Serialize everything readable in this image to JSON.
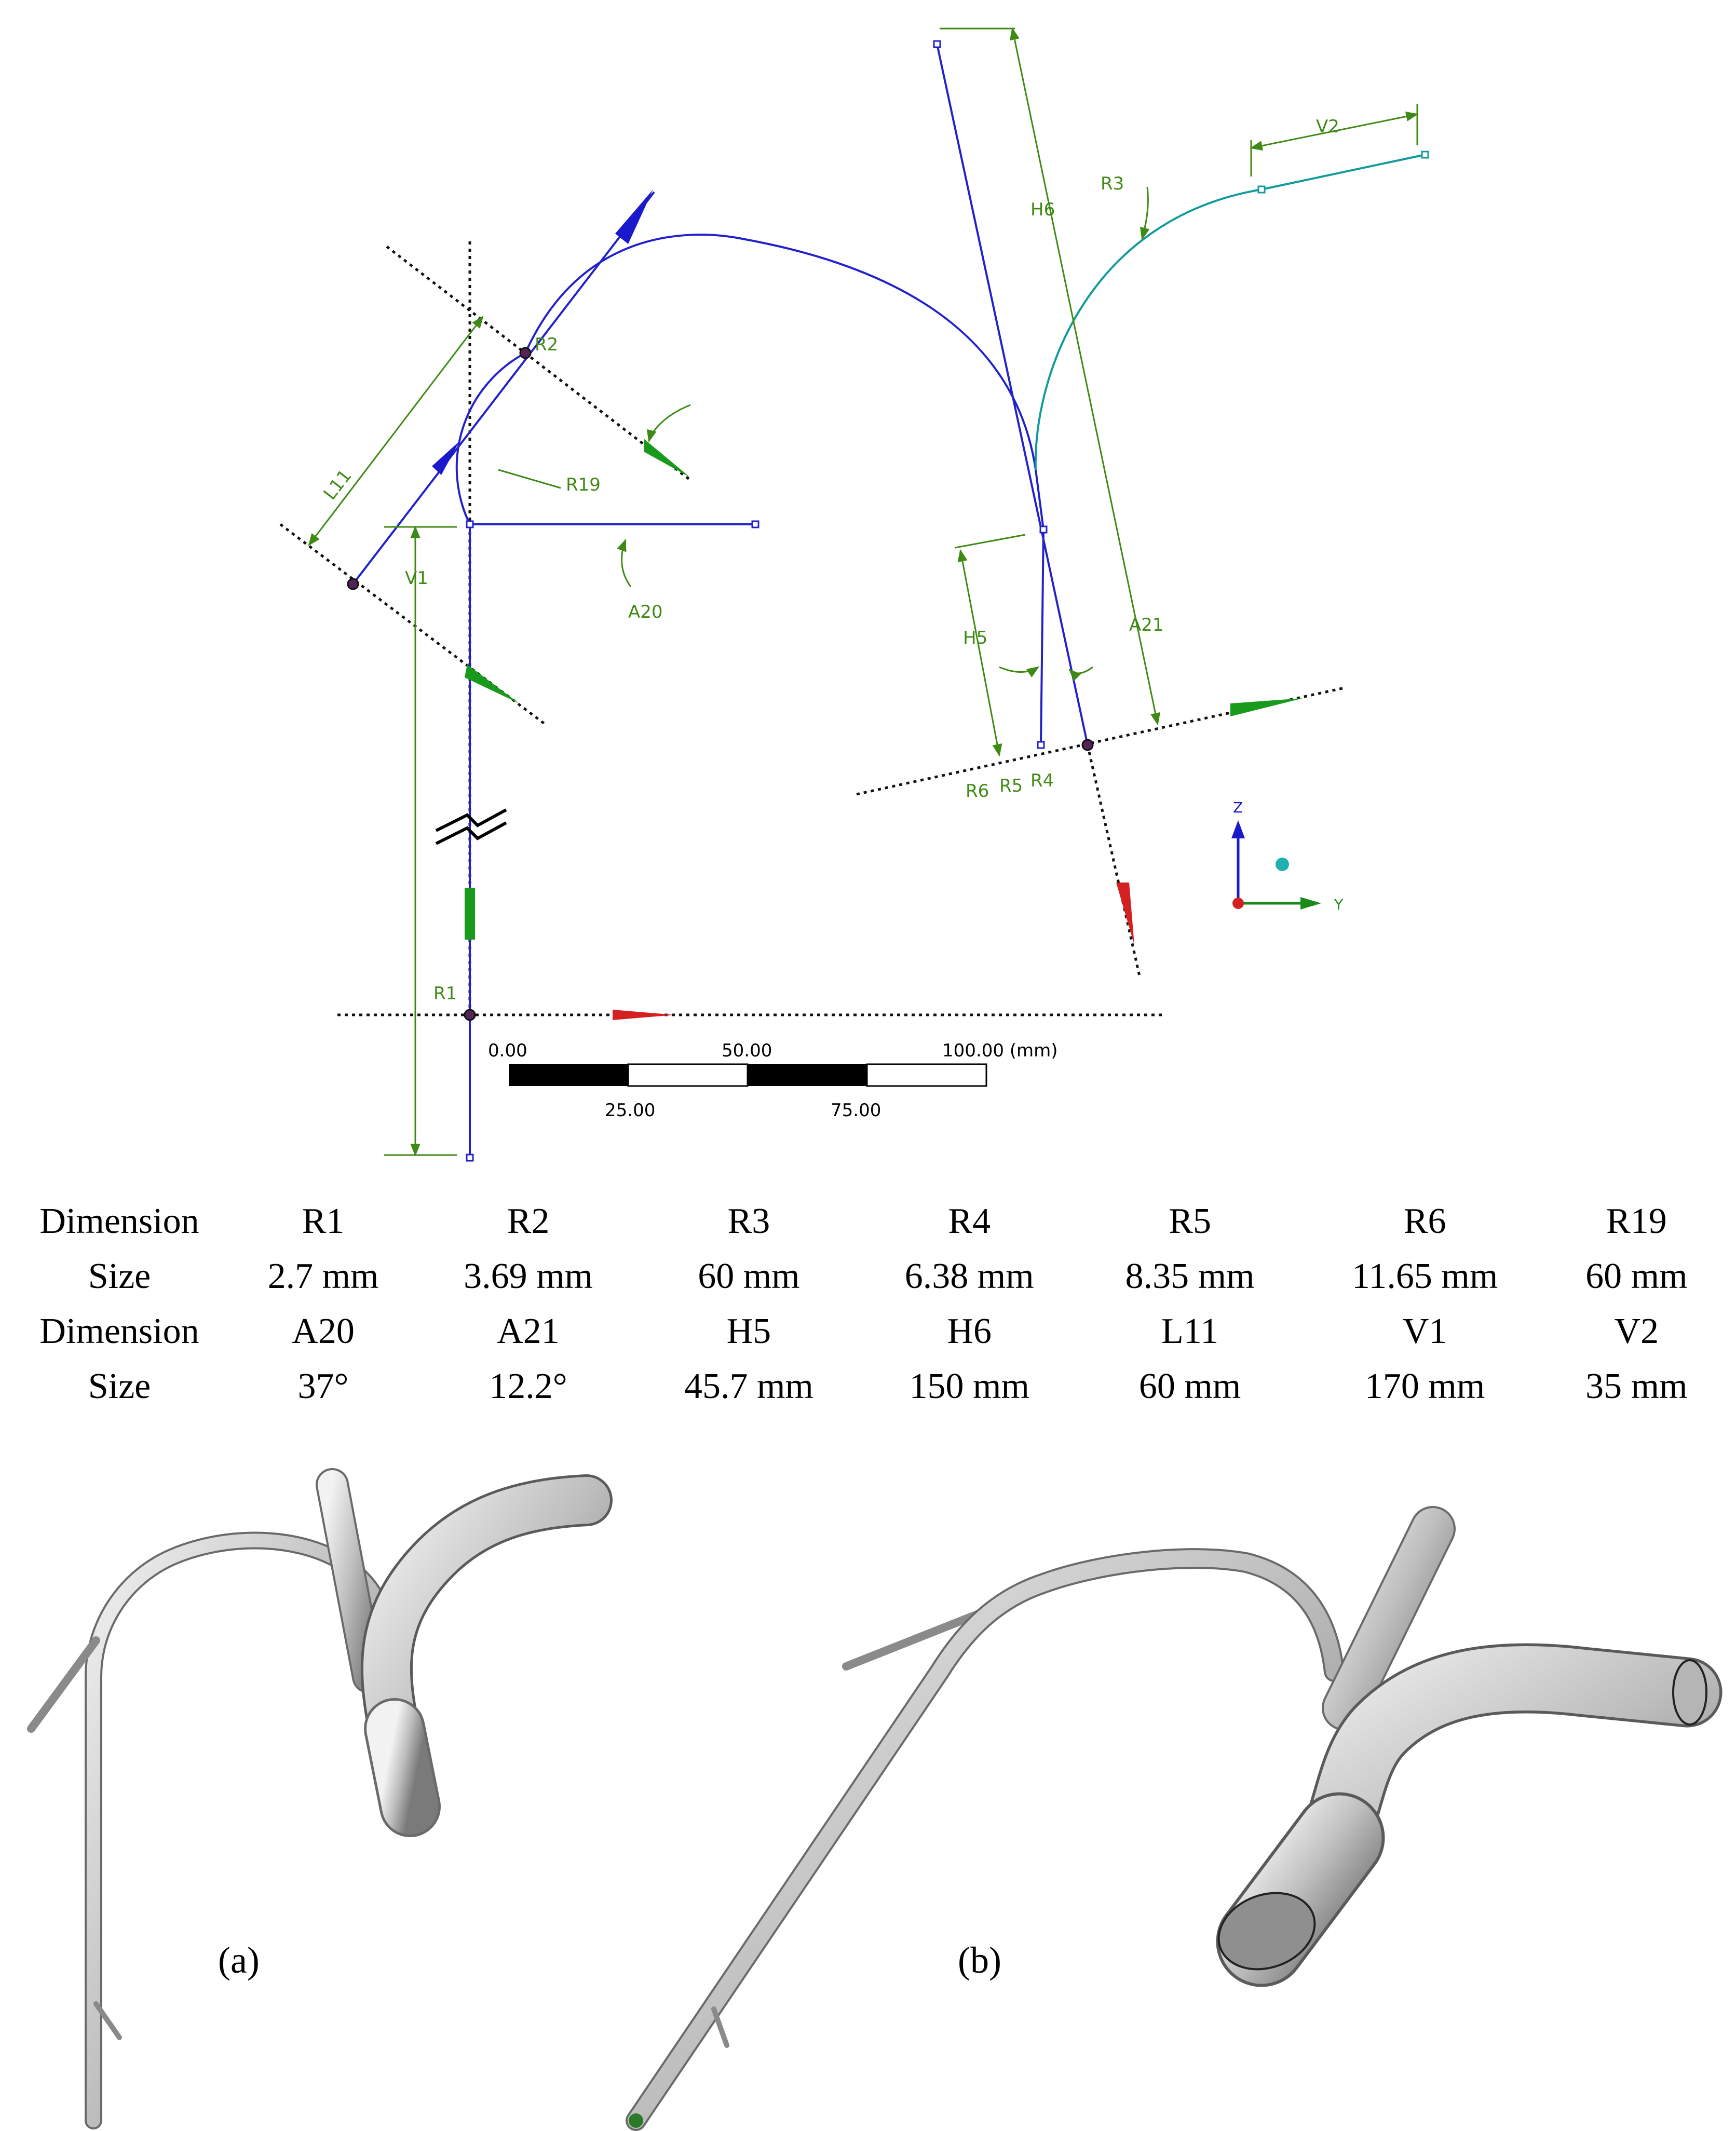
{
  "sketch": {
    "dimension_labels": {
      "R1": "R1",
      "R2": "R2",
      "R3": "R3",
      "R4": "R4",
      "R5": "R5",
      "R6": "R6",
      "R19": "R19",
      "A20": "A20",
      "A21": "A21",
      "H5": "H5",
      "H6": "H6",
      "L11": "L11",
      "V1": "V1",
      "V2": "V2"
    },
    "axis_labels": {
      "z": "Z",
      "y": "Y"
    },
    "scale_bar": {
      "top_labels": [
        "0.00",
        "50.00",
        "100.00 (mm)"
      ],
      "bottom_labels": [
        "25.00",
        "75.00"
      ]
    },
    "colors": {
      "sketch_line": "#2020d0",
      "arc_cyan": "#119b9b",
      "dimension": "#3f8a14",
      "constraint_green": "#1a9a1a",
      "constraint_red": "#d42020",
      "axis_blue": "#1a1acc"
    }
  },
  "table": {
    "rows": [
      [
        "Dimension",
        "R1",
        "R2",
        "R3",
        "R4",
        "R5",
        "R6",
        "R19"
      ],
      [
        "Size",
        "2.7 mm",
        "3.69 mm",
        "60 mm",
        "6.38 mm",
        "8.35 mm",
        "11.65 mm",
        "60 mm"
      ],
      [
        "Dimension",
        "A20",
        "A21",
        "H5",
        "H6",
        "L11",
        "V1",
        "V2"
      ],
      [
        "Size",
        "37°",
        "12.2°",
        "45.7 mm",
        "150 mm",
        "60 mm",
        "170 mm",
        "35 mm"
      ]
    ]
  },
  "views": {
    "label_a": "(a)",
    "label_b": "(b)"
  }
}
